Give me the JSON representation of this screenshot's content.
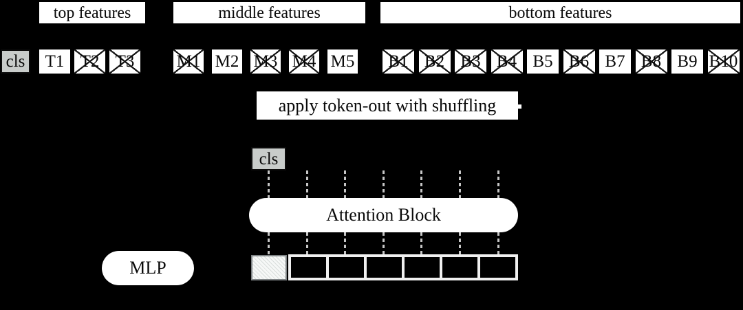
{
  "colors": {
    "background": "#000000",
    "box_fill": "#ffffff",
    "cls_fill": "#c8ccca",
    "text": "#0a0a0a",
    "dash_line": "#c6c6c6",
    "output_frame": "#f0f0f0",
    "output_cell": "#000000",
    "hatch_border": "#7e8385"
  },
  "feature_labels": {
    "top": "top features",
    "middle": "middle features",
    "bottom": "bottom features"
  },
  "input_row": {
    "cls": {
      "label": "cls"
    },
    "top": [
      {
        "label": "T1",
        "crossed": false
      },
      {
        "label": "T2",
        "crossed": true
      },
      {
        "label": "T3",
        "crossed": true
      }
    ],
    "middle": [
      {
        "label": "M1",
        "crossed": true
      },
      {
        "label": "M2",
        "crossed": false
      },
      {
        "label": "M3",
        "crossed": true
      },
      {
        "label": "M4",
        "crossed": true
      },
      {
        "label": "M5",
        "crossed": false
      }
    ],
    "bottom": [
      {
        "label": "B1",
        "crossed": true
      },
      {
        "label": "B2",
        "crossed": true
      },
      {
        "label": "B3",
        "crossed": true
      },
      {
        "label": "B4",
        "crossed": true
      },
      {
        "label": "B5",
        "crossed": false
      },
      {
        "label": "B6",
        "crossed": true
      },
      {
        "label": "B7",
        "crossed": false
      },
      {
        "label": "B8",
        "crossed": true
      },
      {
        "label": "B9",
        "crossed": false
      },
      {
        "label": "B10",
        "crossed": true
      }
    ]
  },
  "process": {
    "apply_label": "apply token-out with shuffling"
  },
  "shuffled": {
    "cls": {
      "label": "cls"
    },
    "dashed_line_count": 7
  },
  "attention": {
    "label": "Attention Block"
  },
  "mlp": {
    "label": "MLP"
  },
  "output": {
    "hatched_cell_count": 1,
    "solid_cell_count": 6
  }
}
